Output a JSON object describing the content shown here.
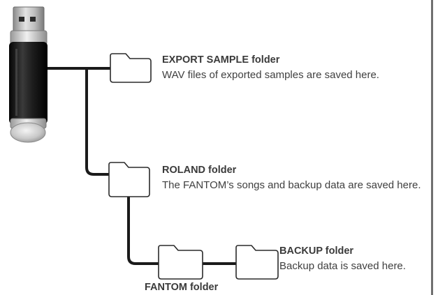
{
  "usb_drive": {
    "icon": "usb-flash-drive-icon"
  },
  "folders": {
    "export_sample": {
      "title": "EXPORT SAMPLE folder",
      "description": "WAV files of exported samples are saved here.",
      "icon": "folder-icon"
    },
    "roland": {
      "title": "ROLAND folder",
      "description": "The FANTOM’s songs and backup data are saved here.",
      "icon": "folder-icon"
    },
    "fantom": {
      "title": "FANTOM folder",
      "icon": "folder-icon"
    },
    "backup": {
      "title": "BACKUP folder",
      "description": "Backup data is saved here.",
      "icon": "folder-icon"
    }
  },
  "colors": {
    "line": "#1a1a1a",
    "folder_stroke": "#2a2a2a",
    "text": "#3f3f3f",
    "rule": "#707070"
  }
}
